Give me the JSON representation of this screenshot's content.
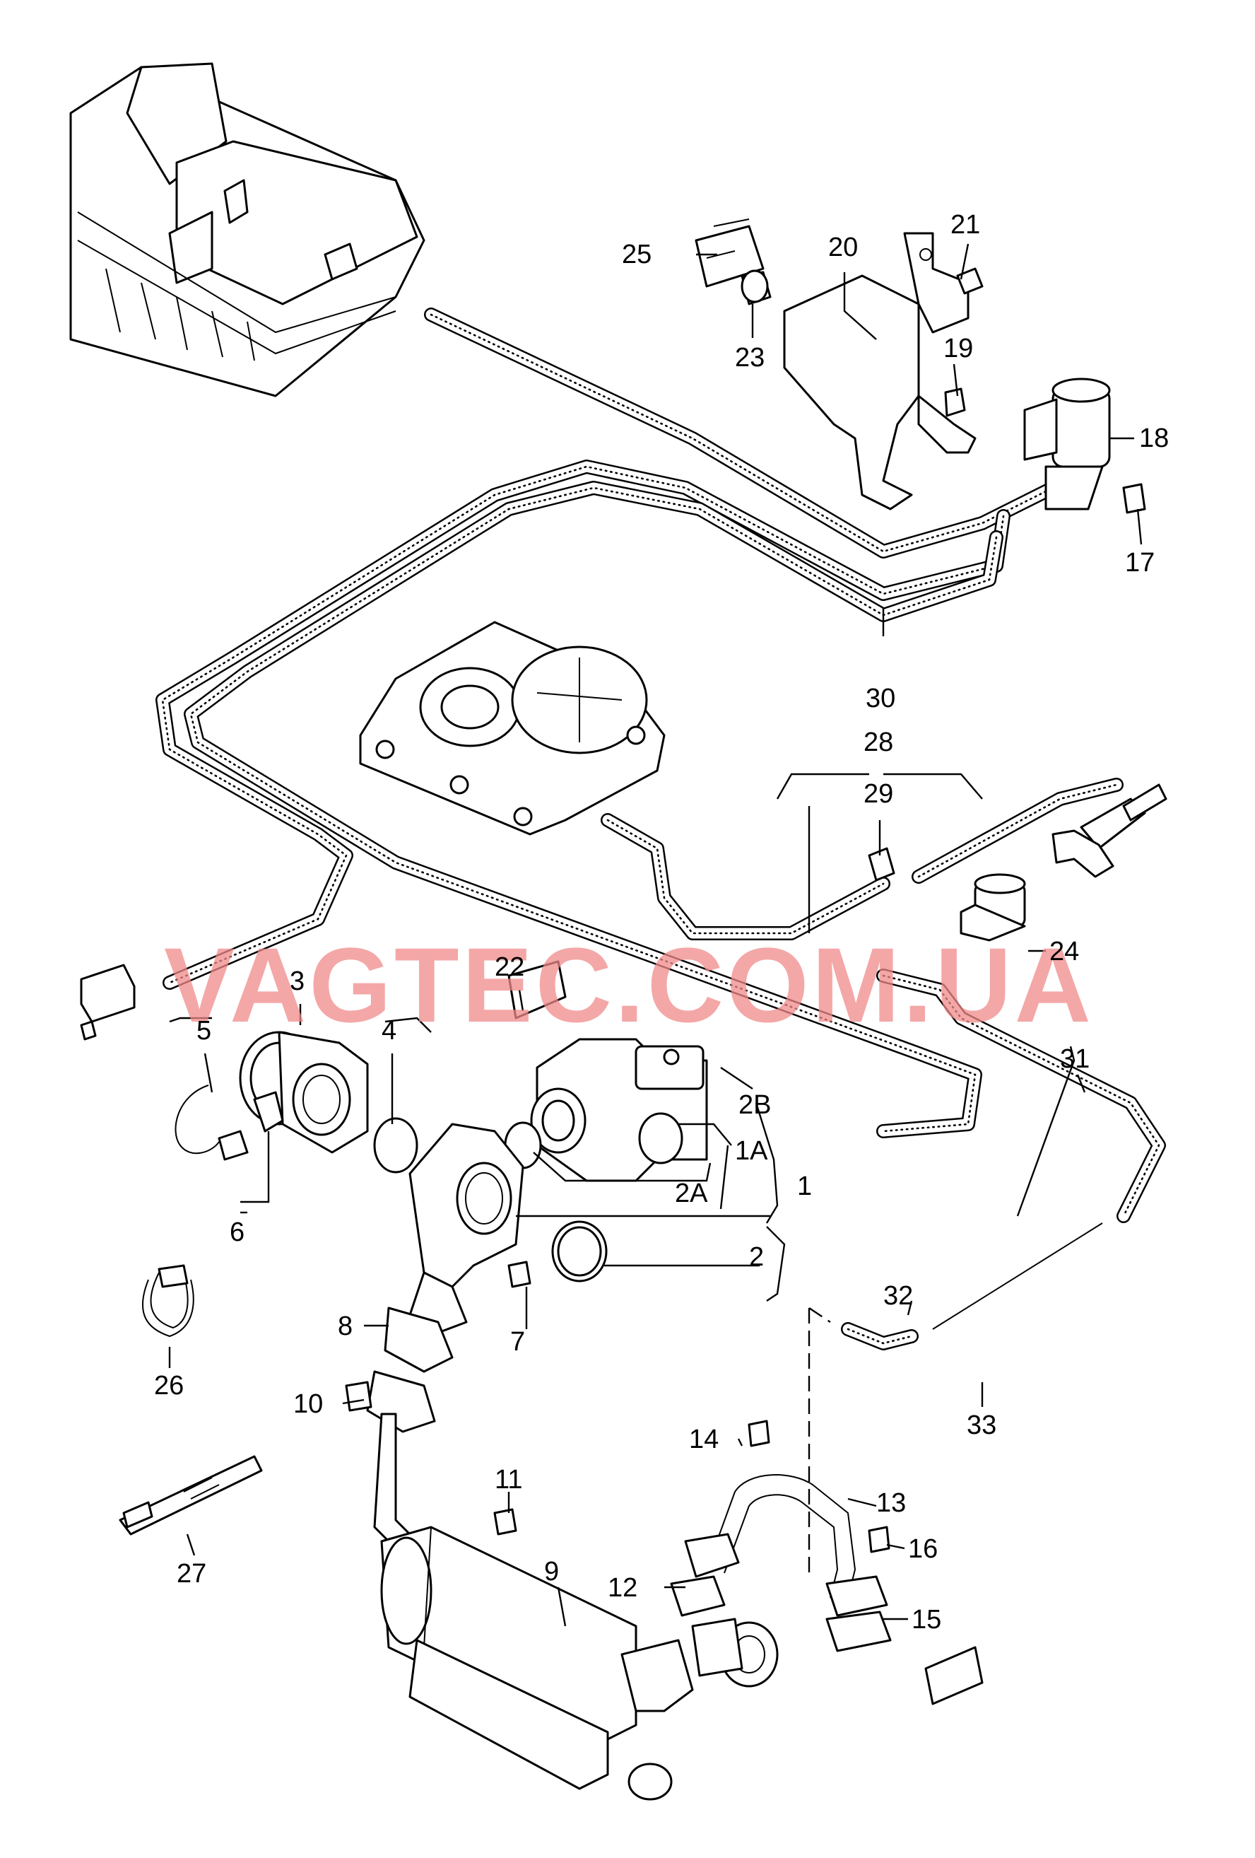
{
  "watermark": {
    "text": "VAGTEC.COM.UA",
    "color": "#f08a8a"
  },
  "callouts": [
    {
      "id": "1",
      "text": "1"
    },
    {
      "id": "1A",
      "text": "1A"
    },
    {
      "id": "2",
      "text": "2"
    },
    {
      "id": "2A",
      "text": "2A"
    },
    {
      "id": "2B",
      "text": "2B"
    },
    {
      "id": "3",
      "text": "3"
    },
    {
      "id": "4",
      "text": "4"
    },
    {
      "id": "5",
      "text": "5"
    },
    {
      "id": "6",
      "text": "6"
    },
    {
      "id": "7",
      "text": "7"
    },
    {
      "id": "8",
      "text": "8"
    },
    {
      "id": "9",
      "text": "9"
    },
    {
      "id": "10",
      "text": "10"
    },
    {
      "id": "11",
      "text": "11"
    },
    {
      "id": "12",
      "text": "12"
    },
    {
      "id": "13",
      "text": "13"
    },
    {
      "id": "14",
      "text": "14"
    },
    {
      "id": "15",
      "text": "15"
    },
    {
      "id": "16",
      "text": "16"
    },
    {
      "id": "17",
      "text": "17"
    },
    {
      "id": "18",
      "text": "18"
    },
    {
      "id": "19",
      "text": "19"
    },
    {
      "id": "20",
      "text": "20"
    },
    {
      "id": "21",
      "text": "21"
    },
    {
      "id": "22",
      "text": "22"
    },
    {
      "id": "23",
      "text": "23"
    },
    {
      "id": "24",
      "text": "24"
    },
    {
      "id": "25",
      "text": "25"
    },
    {
      "id": "26",
      "text": "26"
    },
    {
      "id": "27",
      "text": "27"
    },
    {
      "id": "28",
      "text": "28"
    },
    {
      "id": "29",
      "text": "29"
    },
    {
      "id": "30",
      "text": "30"
    },
    {
      "id": "31",
      "text": "31"
    },
    {
      "id": "32",
      "text": "32"
    },
    {
      "id": "33",
      "text": "33"
    }
  ]
}
